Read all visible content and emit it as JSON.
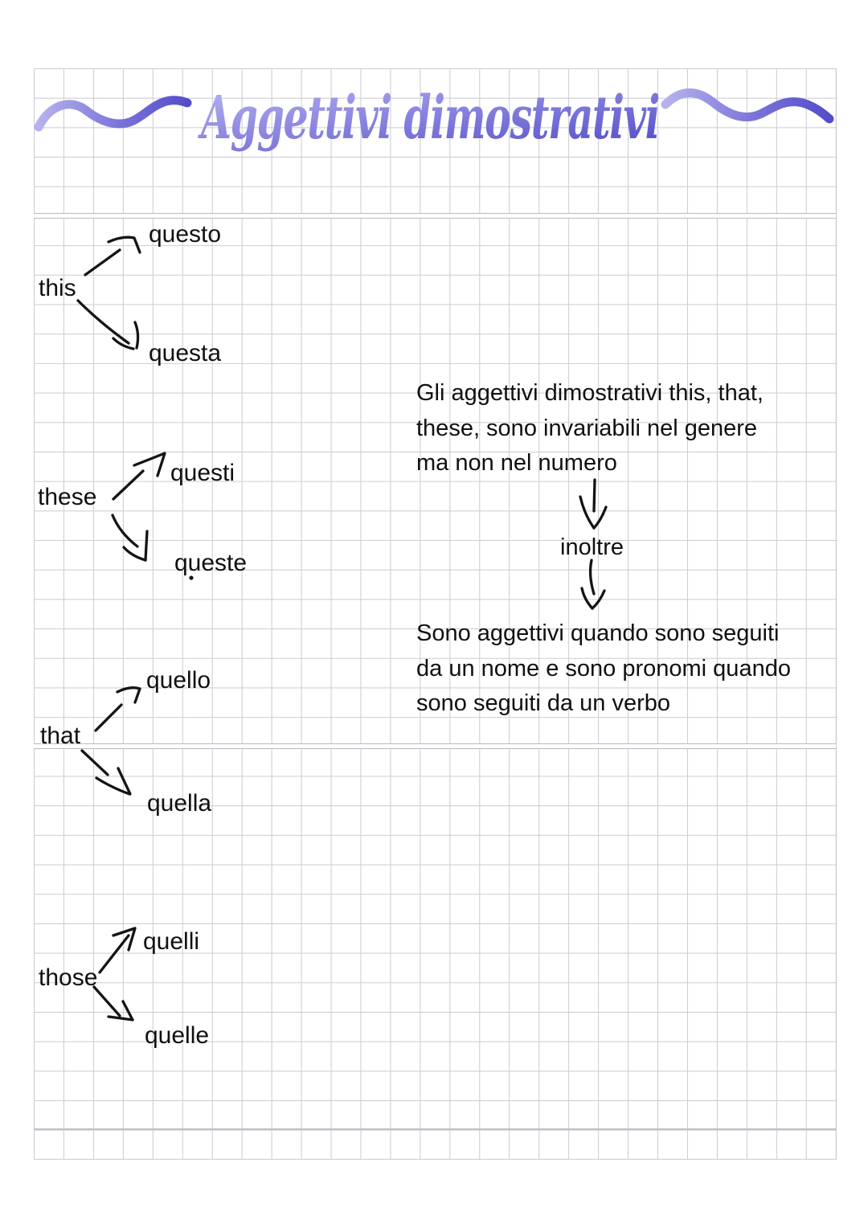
{
  "title": {
    "text": "Aggettivi dimostrativi"
  },
  "mappings": [
    {
      "en": "this",
      "masc": "questo",
      "fem": "questa"
    },
    {
      "en": "these",
      "masc": "questi",
      "fem": "queste"
    },
    {
      "en": "that",
      "masc": "quello",
      "fem": "quella"
    },
    {
      "en": "those",
      "masc": "quelli",
      "fem": "quelle"
    }
  ],
  "notes": {
    "rule1_lines": [
      "Gli aggettivi dimostrativi this, that,",
      "these, sono invariabili nel genere",
      "ma non nel numero"
    ],
    "connector": "inoltre",
    "rule2_lines": [
      "Sono aggettivi quando sono seguiti",
      "da un nome e sono pronomi quando",
      "sono seguiti da un verbo"
    ]
  },
  "colors": {
    "title_gradient_light": "#b9b5f0",
    "title_gradient_mid": "#8a84e0",
    "title_gradient_dark": "#4f48c8",
    "ink": "#141414",
    "grid_line": "#cbcbd2",
    "paper": "#ffffff"
  }
}
